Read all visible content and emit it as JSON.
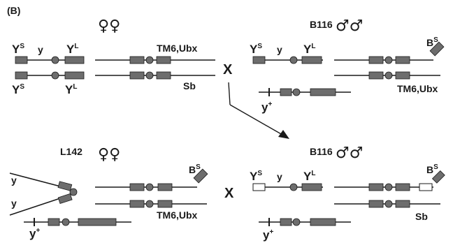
{
  "panel_label": "(B)",
  "symbols": {
    "female": "♀",
    "male": "♂"
  },
  "top_left": {
    "sex": "♀♀",
    "upper": {
      "left": "Y",
      "left_sup": "S",
      "mid": "y",
      "right": "Y",
      "right_sup": "L",
      "autosome": "TM6,Ubx"
    },
    "lower": {
      "left": "Y",
      "left_sup": "S",
      "right": "Y",
      "right_sup": "L",
      "autosome": "Sb"
    }
  },
  "top_right": {
    "name": "B116",
    "sex": "♂♂",
    "upper": {
      "left": "Y",
      "left_sup": "S",
      "mid": "y",
      "right": "Y",
      "right_sup": "L",
      "tip": "B",
      "tip_sup": "S"
    },
    "lower": {
      "autosome": "TM6,Ubx"
    },
    "free": {
      "label": "y",
      "label_sup": "+"
    }
  },
  "bottom_left": {
    "name": "L142",
    "sex": "♀♀",
    "arms": [
      "y",
      "y"
    ],
    "upper": {
      "tip": "B",
      "tip_sup": "S"
    },
    "lower": {
      "autosome": "TM6,Ubx"
    },
    "free": {
      "label": "y",
      "label_sup": "+"
    }
  },
  "bottom_right": {
    "name": "B116",
    "sex": "♂♂",
    "upper": {
      "left": "Y",
      "left_sup": "S",
      "mid": "y",
      "right": "Y",
      "right_sup": "L",
      "tip": "B",
      "tip_sup": "S"
    },
    "lower": {
      "autosome": "Sb"
    },
    "free": {
      "label": "y",
      "label_sup": "+"
    }
  },
  "cross_symbol": "X"
}
